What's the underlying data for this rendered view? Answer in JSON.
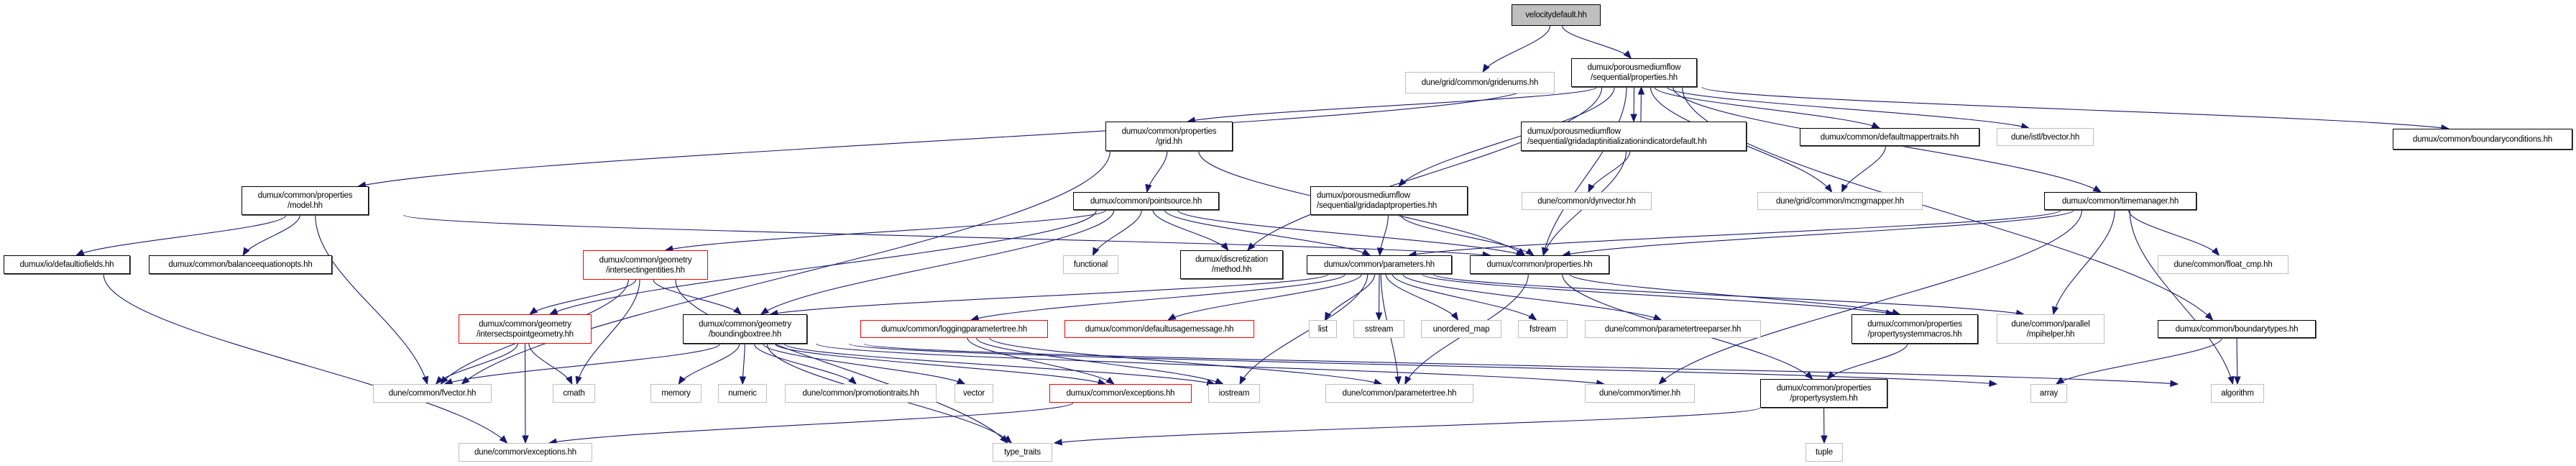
{
  "title": "velocitydefault.hh include dependency graph",
  "colors": {
    "edge": "#191970",
    "root_fill": "#bfbfbf",
    "documented_border": "#000000",
    "external_border": "#bfbfbf",
    "incomplete_border": "#ff0000"
  },
  "nodes": [
    {
      "id": "velocitydefault",
      "label": [
        "velocitydefault.hh"
      ],
      "kind": "root"
    },
    {
      "id": "gridenums",
      "label": [
        "dune/grid/common/gridenums.hh"
      ],
      "kind": "ext"
    },
    {
      "id": "seqprops",
      "label": [
        "dumux/porousmediumflow",
        "/sequential/properties.hh"
      ],
      "kind": "doc"
    },
    {
      "id": "gridadaptinit",
      "label": [
        "dumux/porousmediumflow",
        "/sequential/gridadaptinitializationindicatordefault.hh"
      ],
      "kind": "doc",
      "align": "left"
    },
    {
      "id": "defaultmappertraits",
      "label": [
        "dumux/common/defaultmappertraits.hh"
      ],
      "kind": "doc"
    },
    {
      "id": "bvector",
      "label": [
        "dune/istl/bvector.hh"
      ],
      "kind": "ext"
    },
    {
      "id": "boundaryconditions",
      "label": [
        "dumux/common/boundaryconditions.hh"
      ],
      "kind": "doc"
    },
    {
      "id": "grid",
      "label": [
        "dumux/common/properties",
        "/grid.hh"
      ],
      "kind": "doc"
    },
    {
      "id": "model",
      "label": [
        "dumux/common/properties",
        "/model.hh"
      ],
      "kind": "doc"
    },
    {
      "id": "gridadaptprops",
      "label": [
        "dumux/porousmediumflow",
        "/sequential/gridadaptproperties.hh"
      ],
      "kind": "doc",
      "align": "left"
    },
    {
      "id": "dynvector",
      "label": [
        "dune/common/dynvector.hh"
      ],
      "kind": "ext"
    },
    {
      "id": "mcmgmapper",
      "label": [
        "dune/grid/common/mcmgmapper.hh"
      ],
      "kind": "ext"
    },
    {
      "id": "timemanager",
      "label": [
        "dumux/common/timemanager.hh"
      ],
      "kind": "doc"
    },
    {
      "id": "pointsource",
      "label": [
        "dumux/common/pointsource.hh"
      ],
      "kind": "doc"
    },
    {
      "id": "defaultiofields",
      "label": [
        "dumux/io/defaultiofields.hh"
      ],
      "kind": "doc"
    },
    {
      "id": "balanceeq",
      "label": [
        "dumux/common/balanceequationopts.hh"
      ],
      "kind": "doc"
    },
    {
      "id": "intersectingentities",
      "label": [
        "dumux/common/geometry",
        "/intersectingentities.hh"
      ],
      "kind": "red"
    },
    {
      "id": "functional",
      "label": [
        "functional"
      ],
      "kind": "ext"
    },
    {
      "id": "discmethod",
      "label": [
        "dumux/discretization",
        "/method.hh"
      ],
      "kind": "doc"
    },
    {
      "id": "parameters",
      "label": [
        "dumux/common/parameters.hh"
      ],
      "kind": "doc"
    },
    {
      "id": "properties",
      "label": [
        "dumux/common/properties.hh"
      ],
      "kind": "doc"
    },
    {
      "id": "floatcmp",
      "label": [
        "dune/common/float_cmp.hh"
      ],
      "kind": "ext"
    },
    {
      "id": "intersectspoint",
      "label": [
        "dumux/common/geometry",
        "/intersectspointgeometry.hh"
      ],
      "kind": "red"
    },
    {
      "id": "bboxtree",
      "label": [
        "dumux/common/geometry",
        "/boundingboxtree.hh"
      ],
      "kind": "doc"
    },
    {
      "id": "loggingparamtree",
      "label": [
        "dumux/common/loggingparametertree.hh"
      ],
      "kind": "red"
    },
    {
      "id": "defaultusage",
      "label": [
        "dumux/common/defaultusagemessage.hh"
      ],
      "kind": "red"
    },
    {
      "id": "list",
      "label": [
        "list"
      ],
      "kind": "ext"
    },
    {
      "id": "sstream",
      "label": [
        "sstream"
      ],
      "kind": "ext"
    },
    {
      "id": "unorderedmap",
      "label": [
        "unordered_map"
      ],
      "kind": "ext"
    },
    {
      "id": "fstream",
      "label": [
        "fstream"
      ],
      "kind": "ext"
    },
    {
      "id": "paramtreeparser",
      "label": [
        "dune/common/parametertreeparser.hh"
      ],
      "kind": "ext"
    },
    {
      "id": "propsysmacros",
      "label": [
        "dumux/common/properties",
        "/propertysystemmacros.hh"
      ],
      "kind": "doc"
    },
    {
      "id": "mpihelper",
      "label": [
        "dune/common/parallel",
        "/mpihelper.hh"
      ],
      "kind": "ext"
    },
    {
      "id": "boundarytypes",
      "label": [
        "dumux/common/boundarytypes.hh"
      ],
      "kind": "doc"
    },
    {
      "id": "fvector",
      "label": [
        "dune/common/fvector.hh"
      ],
      "kind": "ext"
    },
    {
      "id": "cmath",
      "label": [
        "cmath"
      ],
      "kind": "ext"
    },
    {
      "id": "memory",
      "label": [
        "memory"
      ],
      "kind": "ext"
    },
    {
      "id": "numeric",
      "label": [
        "numeric"
      ],
      "kind": "ext"
    },
    {
      "id": "promotiontraits",
      "label": [
        "dune/common/promotiontraits.hh"
      ],
      "kind": "ext"
    },
    {
      "id": "vector",
      "label": [
        "vector"
      ],
      "kind": "ext"
    },
    {
      "id": "dumuxexceptions",
      "label": [
        "dumux/common/exceptions.hh"
      ],
      "kind": "red"
    },
    {
      "id": "iostream",
      "label": [
        "iostream"
      ],
      "kind": "ext"
    },
    {
      "id": "paramtree",
      "label": [
        "dune/common/parametertree.hh"
      ],
      "kind": "ext"
    },
    {
      "id": "timer",
      "label": [
        "dune/common/timer.hh"
      ],
      "kind": "ext"
    },
    {
      "id": "propertysystem",
      "label": [
        "dumux/common/properties",
        "/propertysystem.hh"
      ],
      "kind": "doc"
    },
    {
      "id": "array",
      "label": [
        "array"
      ],
      "kind": "ext"
    },
    {
      "id": "algorithm",
      "label": [
        "algorithm"
      ],
      "kind": "ext"
    },
    {
      "id": "duneexceptions",
      "label": [
        "dune/common/exceptions.hh"
      ],
      "kind": "ext"
    },
    {
      "id": "typetraits",
      "label": [
        "type_traits"
      ],
      "kind": "ext"
    },
    {
      "id": "tuple",
      "label": [
        "tuple"
      ],
      "kind": "ext"
    }
  ],
  "edges": [
    [
      "velocitydefault",
      "gridenums"
    ],
    [
      "velocitydefault",
      "seqprops"
    ],
    [
      "seqprops",
      "gridadaptinit"
    ],
    [
      "gridadaptinit",
      "seqprops"
    ],
    [
      "seqprops",
      "defaultmappertraits"
    ],
    [
      "seqprops",
      "bvector"
    ],
    [
      "seqprops",
      "boundaryconditions"
    ],
    [
      "seqprops",
      "grid"
    ],
    [
      "seqprops",
      "model"
    ],
    [
      "seqprops",
      "gridadaptprops"
    ],
    [
      "seqprops",
      "mcmgmapper"
    ],
    [
      "seqprops",
      "timemanager"
    ],
    [
      "seqprops",
      "properties"
    ],
    [
      "seqprops",
      "discmethod"
    ],
    [
      "seqprops",
      "boundarytypes"
    ],
    [
      "gridadaptinit",
      "dynvector"
    ],
    [
      "gridadaptinit",
      "properties"
    ],
    [
      "defaultmappertraits",
      "mcmgmapper"
    ],
    [
      "grid",
      "pointsource"
    ],
    [
      "grid",
      "fvector"
    ],
    [
      "grid",
      "properties"
    ],
    [
      "model",
      "defaultiofields"
    ],
    [
      "model",
      "balanceeq"
    ],
    [
      "model",
      "fvector"
    ],
    [
      "model",
      "properties"
    ],
    [
      "defaultiofields",
      "duneexceptions"
    ],
    [
      "gridadaptprops",
      "parameters"
    ],
    [
      "gridadaptprops",
      "properties"
    ],
    [
      "timemanager",
      "parameters"
    ],
    [
      "timemanager",
      "properties"
    ],
    [
      "timemanager",
      "floatcmp"
    ],
    [
      "timemanager",
      "mpihelper"
    ],
    [
      "timemanager",
      "timer"
    ],
    [
      "timemanager",
      "algorithm"
    ],
    [
      "pointsource",
      "intersectingentities"
    ],
    [
      "pointsource",
      "intersectspoint"
    ],
    [
      "pointsource",
      "functional"
    ],
    [
      "pointsource",
      "discmethod"
    ],
    [
      "pointsource",
      "parameters"
    ],
    [
      "pointsource",
      "properties"
    ],
    [
      "pointsource",
      "bboxtree"
    ],
    [
      "intersectingentities",
      "intersectspoint"
    ],
    [
      "intersectingentities",
      "bboxtree"
    ],
    [
      "intersectingentities",
      "fvector"
    ],
    [
      "intersectingentities",
      "cmath"
    ],
    [
      "intersectingentities",
      "typetraits"
    ],
    [
      "intersectspoint",
      "fvector"
    ],
    [
      "intersectspoint",
      "cmath"
    ],
    [
      "intersectspoint",
      "duneexceptions"
    ],
    [
      "bboxtree",
      "fvector"
    ],
    [
      "bboxtree",
      "memory"
    ],
    [
      "bboxtree",
      "numeric"
    ],
    [
      "bboxtree",
      "promotiontraits"
    ],
    [
      "bboxtree",
      "vector"
    ],
    [
      "bboxtree",
      "dumuxexceptions"
    ],
    [
      "bboxtree",
      "iostream"
    ],
    [
      "bboxtree",
      "typetraits"
    ],
    [
      "bboxtree",
      "array"
    ],
    [
      "bboxtree",
      "algorithm"
    ],
    [
      "bboxtree",
      "timer"
    ],
    [
      "parameters",
      "bboxtree"
    ],
    [
      "parameters",
      "loggingparamtree"
    ],
    [
      "parameters",
      "defaultusage"
    ],
    [
      "parameters",
      "list"
    ],
    [
      "parameters",
      "sstream"
    ],
    [
      "parameters",
      "unorderedmap"
    ],
    [
      "parameters",
      "fstream"
    ],
    [
      "parameters",
      "paramtreeparser"
    ],
    [
      "parameters",
      "iostream"
    ],
    [
      "parameters",
      "mpihelper"
    ],
    [
      "parameters",
      "propsysmacros"
    ],
    [
      "parameters",
      "paramtree"
    ],
    [
      "loggingparamtree",
      "dumuxexceptions"
    ],
    [
      "loggingparamtree",
      "iostream"
    ],
    [
      "loggingparamtree",
      "paramtree"
    ],
    [
      "dumuxexceptions",
      "duneexceptions"
    ],
    [
      "properties",
      "propertysystem"
    ],
    [
      "properties",
      "propsysmacros"
    ],
    [
      "properties",
      "paramtree"
    ],
    [
      "propsysmacros",
      "propertysystem"
    ],
    [
      "propertysystem",
      "tuple"
    ],
    [
      "propertysystem",
      "typetraits"
    ],
    [
      "boundarytypes",
      "array"
    ],
    [
      "boundarytypes",
      "algorithm"
    ]
  ]
}
